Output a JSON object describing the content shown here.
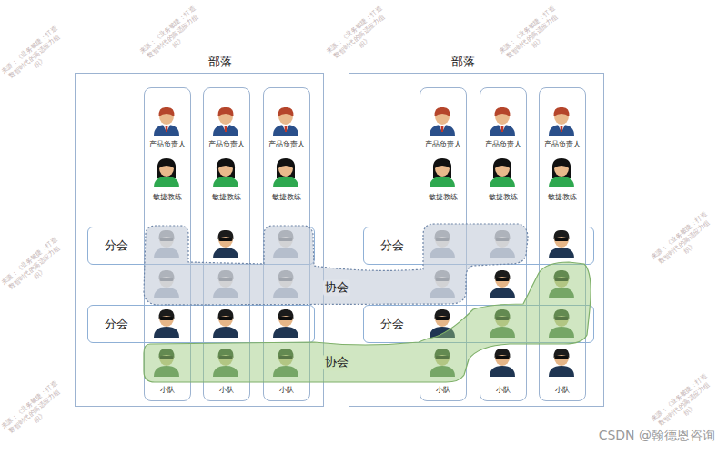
{
  "diagram": {
    "nodes": [
      {
        "text": [
          "部落"
        ]
      },
      {
        "text": [
          "部落"
        ]
      },
      {
        "text": [
          "产品负责人",
          "敏捷教练",
          "小队"
        ],
        "in": 0
      },
      {
        "text": [
          "产品负责人",
          "敏捷教练",
          "小队"
        ],
        "in": 0
      },
      {
        "text": [
          "产品负责人",
          "敏捷教练",
          "小队"
        ],
        "in": 0
      },
      {
        "text": [
          "产品负责人",
          "敏捷教练",
          "小队"
        ],
        "in": 1
      },
      {
        "text": [
          "产品负责人",
          "敏捷教练",
          "小队"
        ],
        "in": 1
      },
      {
        "text": [
          "产品负责人",
          "敏捷教练",
          "小队"
        ],
        "in": 1
      },
      {
        "text": [
          "分会"
        ],
        "in": 0
      },
      {
        "text": [
          "分会"
        ],
        "in": 1
      },
      {
        "text": [
          "协会"
        ]
      },
      {
        "text": [
          "分会"
        ],
        "in": 0
      },
      {
        "text": [
          "分会"
        ],
        "in": 1
      },
      {
        "text": [
          "协会"
        ]
      }
    ],
    "labels": [
      "来源：《业务敏捷：打造数智时代的高适应力组织》",
      "来源：《业务敏捷：打造数智时代的高适应力组织》",
      "来源：《业务敏捷：打造数智时代的高适应力组织》",
      "来源：《业务敏捷：打造数智时代的高适应力组织》",
      "来源：《业务敏捷：打造数智时代的高适应力组织》",
      "来源：《业务敏捷：打造数智时代的高适应力组织》",
      "来源：《业务敏捷：打造数智时代的高适应力组织》",
      "来源：《业务敏捷：打造数智时代的高适应力组织》",
      "CSDN @翰德恩咨询"
    ]
  }
}
